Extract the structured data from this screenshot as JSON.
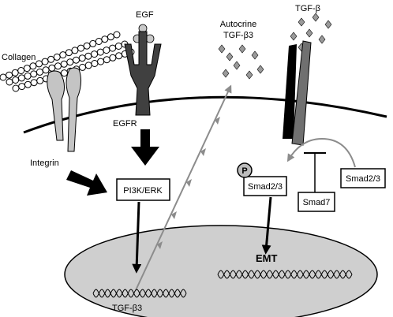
{
  "labels": {
    "collagen": "Collagen",
    "integrin": "Integrin",
    "egf": "EGF",
    "egfr": "EGFR",
    "autocrine_line1": "Autocrine",
    "autocrine_line2": "TGF-β3",
    "tgfb": "TGF-β",
    "pi3k_erk": "PI3K/ERK",
    "p": "P",
    "smad23_left": "Smad2/3",
    "smad7": "Smad7",
    "smad23_right": "Smad2/3",
    "emt": "EMT",
    "tgfb3_gene": "TGF-β3"
  },
  "colors": {
    "integrin": "#c4c4c4",
    "egfr": "#404040",
    "tgfb_ligand": "#9a9a9a",
    "arrow_gray": "#8c8c8c",
    "nucleus": "#cfcfcf",
    "phospho": "#bdbdbd"
  }
}
